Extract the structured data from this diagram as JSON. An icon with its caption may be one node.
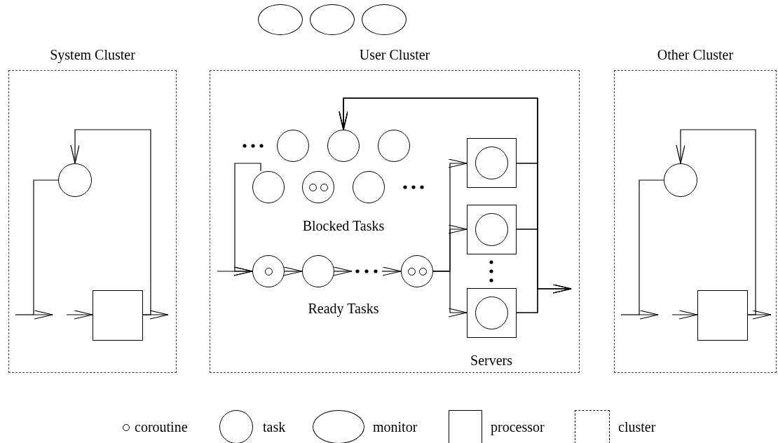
{
  "diagram": {
    "nodes": [
      {
        "text": [],
        "shape": "ellipse"
      },
      {
        "text": [],
        "shape": "ellipse"
      },
      {
        "text": [],
        "shape": "ellipse"
      },
      {
        "text": [
          "System Cluster"
        ]
      },
      {
        "text": [],
        "shape": "circle",
        "in": 3
      },
      {
        "text": [],
        "shape": "box",
        "in": 3
      },
      {
        "text": [
          "User Cluster"
        ]
      },
      {
        "text": [],
        "shape": "circle",
        "in": 6
      },
      {
        "text": [],
        "shape": "circle",
        "in": 6
      },
      {
        "text": [],
        "shape": "circle",
        "in": 6
      },
      {
        "text": [],
        "shape": "circle",
        "in": 6
      },
      {
        "text": [],
        "shape": "circle",
        "in": 6
      },
      {
        "text": [],
        "shape": "circle",
        "in": 6
      },
      {
        "text": [],
        "shape": "circle",
        "in": 6
      },
      {
        "text": [],
        "shape": "circle",
        "in": 6
      },
      {
        "text": [],
        "shape": "circle",
        "in": 6
      },
      {
        "text": [],
        "shape": "box",
        "in": 6
      },
      {
        "text": [],
        "shape": "circle",
        "in": 16
      },
      {
        "text": [],
        "shape": "box",
        "in": 6
      },
      {
        "text": [],
        "shape": "circle",
        "in": 18
      },
      {
        "text": [],
        "shape": "box",
        "in": 6
      },
      {
        "text": [],
        "shape": "circle",
        "in": 20
      },
      {
        "text": [
          "Other Cluster"
        ]
      },
      {
        "text": [],
        "shape": "circle",
        "in": 22
      },
      {
        "text": [],
        "shape": "box",
        "in": 22
      }
    ],
    "edges": [
      {
        "from": null,
        "to": 5,
        "arrow": "to"
      },
      {
        "from": 5,
        "to": 4,
        "arrow": "to"
      },
      {
        "from": 5,
        "to": null,
        "arrow": "to"
      },
      {
        "from": 4,
        "to": null,
        "arrow": "to"
      },
      {
        "from": null,
        "to": 13,
        "arrow": "to"
      },
      {
        "from": 10,
        "to": 13,
        "arrow": "to"
      },
      {
        "from": 13,
        "to": 14,
        "arrow": "to"
      },
      {
        "from": 14,
        "to": null,
        "arrow": "to"
      },
      {
        "from": null,
        "to": 15,
        "arrow": "to"
      },
      {
        "from": 15,
        "to": 16,
        "arrow": "to"
      },
      {
        "from": 15,
        "to": 18,
        "arrow": "to"
      },
      {
        "from": 15,
        "to": 20,
        "arrow": "to"
      },
      {
        "from": 16,
        "to": 8,
        "arrow": "to"
      },
      {
        "from": 18,
        "to": 8,
        "arrow": "to"
      },
      {
        "from": 20,
        "to": 8,
        "arrow": "to"
      },
      {
        "from": 16,
        "to": null,
        "arrow": "to"
      },
      {
        "from": 18,
        "to": null,
        "arrow": "to"
      },
      {
        "from": 20,
        "to": null,
        "arrow": "to"
      },
      {
        "from": null,
        "to": 24,
        "arrow": "to"
      },
      {
        "from": 24,
        "to": 23,
        "arrow": "to"
      },
      {
        "from": 24,
        "to": null,
        "arrow": "to"
      },
      {
        "from": 23,
        "to": null,
        "arrow": "to"
      }
    ],
    "labels": [
      "Blocked Tasks",
      "Ready Tasks",
      "Servers"
    ],
    "legend": [
      {
        "text": "coroutine"
      },
      {
        "text": "task"
      },
      {
        "text": "monitor"
      },
      {
        "text": "processor"
      },
      {
        "text": "cluster"
      }
    ]
  }
}
